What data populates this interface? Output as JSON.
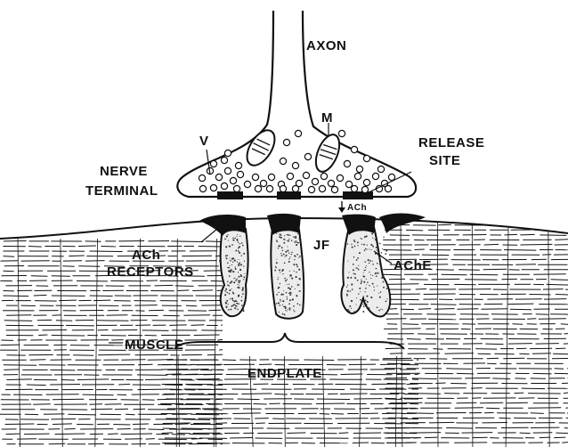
{
  "labels": {
    "axon": "AXON",
    "mitochondrion": "M",
    "vesicle": "V",
    "release_site_line1": "RELEASE",
    "release_site_line2": "SITE",
    "nerve_terminal_line1": "NERVE",
    "nerve_terminal_line2": "TERMINAL",
    "ach_arrow": "ACh",
    "ach_receptors_line1": "ACh",
    "ach_receptors_line2": "RECEPTORS",
    "junctional_fold": "JF",
    "ache": "AChE",
    "muscle": "MUSCLE",
    "endplate": "ENDPLATE"
  },
  "colors": {
    "ink": "#111111",
    "background": "#ffffff"
  }
}
